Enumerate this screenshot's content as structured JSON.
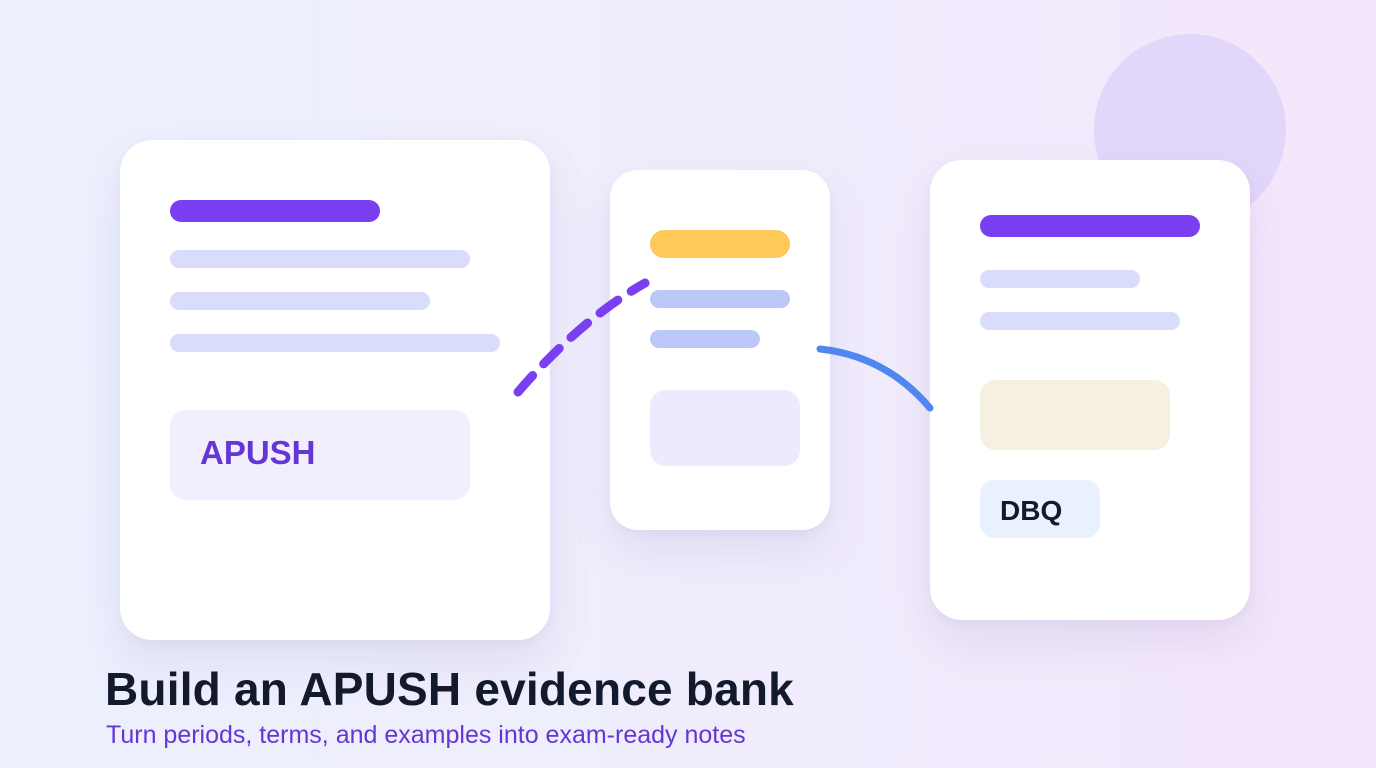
{
  "colors": {
    "accent_purple": "#7b3ff2",
    "accent_blue": "#4f86f0",
    "accent_yellow": "#ffc85a",
    "text_dark": "#141a2e",
    "subtitle_purple": "#6436d4"
  },
  "cards": {
    "left": {
      "tag": "APUSH"
    },
    "right": {
      "tag": "DBQ"
    }
  },
  "hero": {
    "title": "Build an APUSH evidence bank",
    "subtitle": "Turn periods, terms, and examples into exam-ready notes"
  }
}
